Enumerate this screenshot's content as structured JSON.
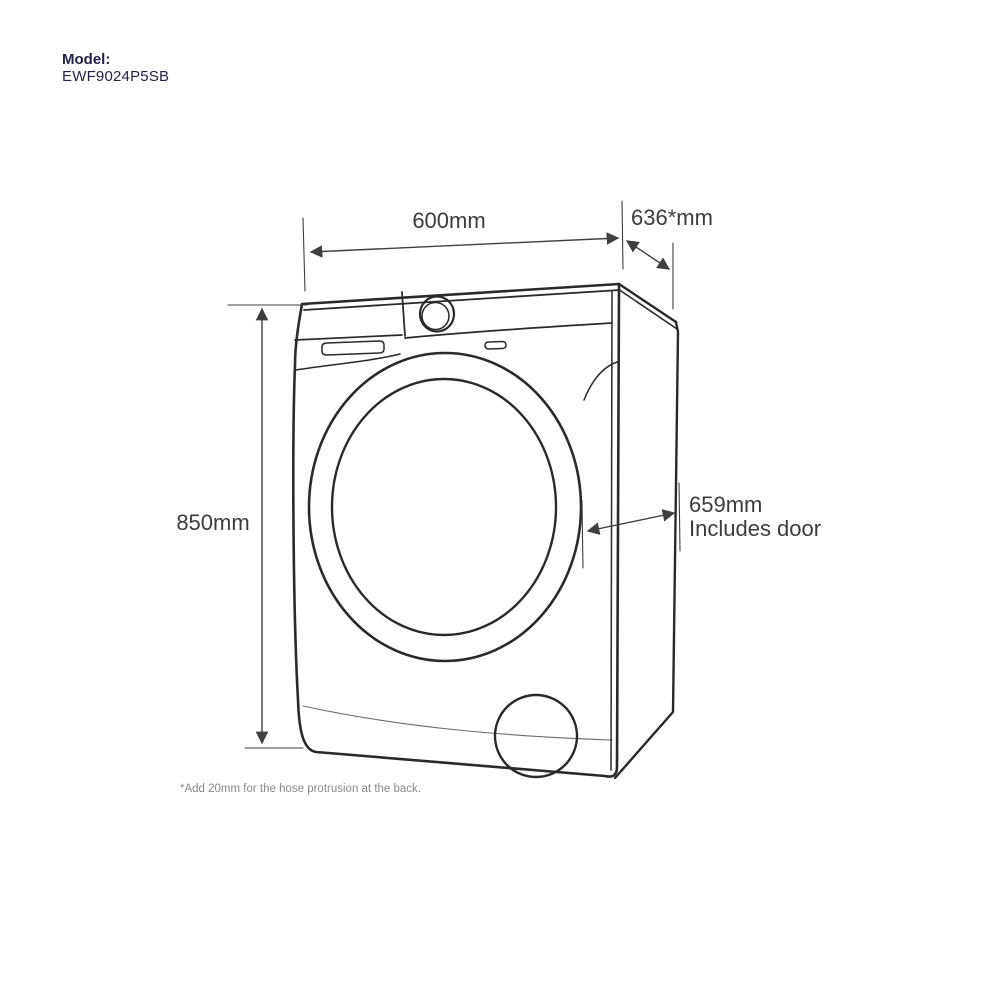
{
  "model": {
    "label": "Model:",
    "number": "EWF9024P5SB"
  },
  "dimensions": {
    "width": {
      "value": "600mm"
    },
    "depth": {
      "value": "636*mm"
    },
    "height": {
      "value": "850mm"
    },
    "depth_with_door": {
      "value": "659mm",
      "note": "Includes door"
    }
  },
  "footnote": "*Add 20mm for the hose protrusion at the back.",
  "colors": {
    "model_text": "#232349",
    "drawing_line": "#2a2a2a",
    "dimension_line": "#3f3f3f",
    "dimension_text": "#3c3c3c",
    "footnote_text": "#8a8a8a",
    "background": "#ffffff"
  }
}
